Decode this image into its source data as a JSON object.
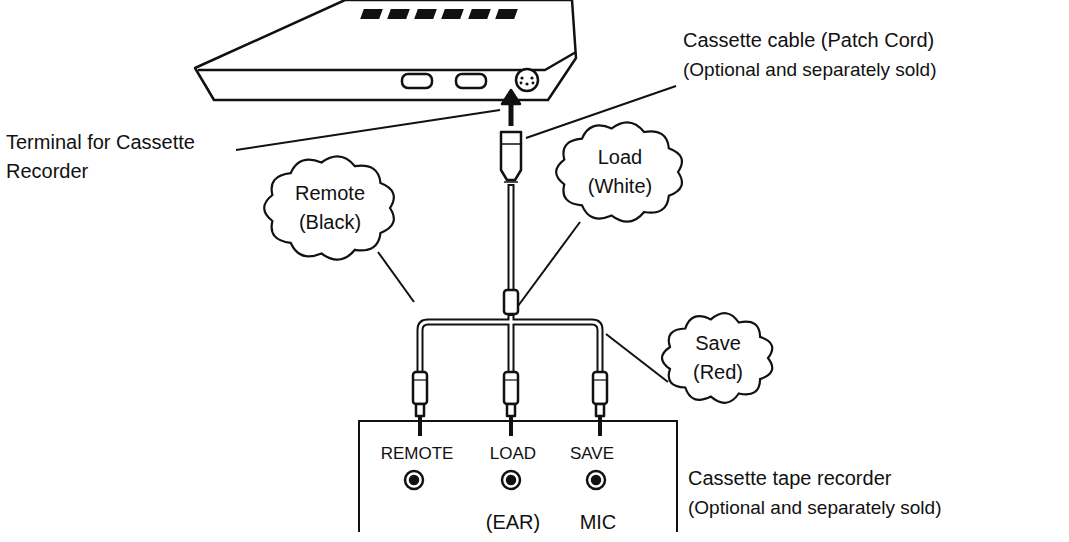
{
  "diagram": {
    "nodes": [
      {
        "text": [
          "Remote (Black)"
        ]
      },
      {
        "text": [
          "Load (White)"
        ]
      },
      {
        "text": [
          "Save (Red)"
        ]
      },
      {
        "text": [
          "REMOTE",
          "LOAD",
          "SAVE",
          "(EAR)",
          "MIC"
        ]
      }
    ],
    "labels": [
      "Terminal for Cassette Recorder",
      "Cassette cable (Patch Cord)",
      "(Optional and separately sold)",
      "Cassette tape recorder",
      "(Optional and separately sold)"
    ]
  }
}
